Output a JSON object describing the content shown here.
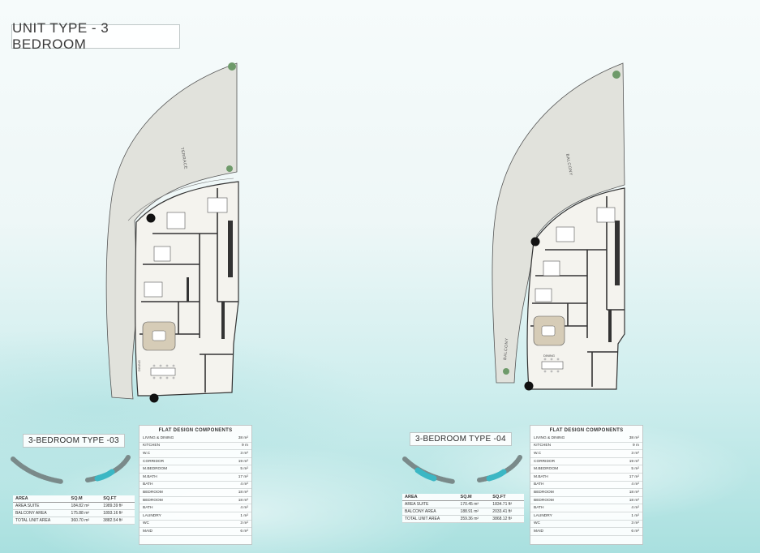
{
  "page": {
    "title": "UNIT TYPE - 3 BEDROOM"
  },
  "units": [
    {
      "plan": {
        "terrace_label": "TERRACE",
        "dining_label": "DINING"
      },
      "type_title": "3-BEDROOM TYPE -03",
      "area_table": {
        "headers": [
          "AREA",
          "SQ.M",
          "SQ.FT"
        ],
        "rows": [
          [
            "AREA SUITE",
            "184.82 m²",
            "1989.39 ft²"
          ],
          [
            "BALCONY AREA",
            "175.88 m²",
            "1893.16 ft²"
          ],
          [
            "TOTAL UNIT AREA",
            "360.70 m²",
            "3882.54 ft²"
          ]
        ]
      },
      "components": {
        "title": "FLAT DESIGN COMPONENTS",
        "rows": [
          [
            "LIVING & DINING",
            "38 m²"
          ],
          [
            "KITCHEN",
            "9 m"
          ],
          [
            "W.C",
            "3 m²"
          ],
          [
            "CORRIDOR",
            "19 m²"
          ],
          [
            "M.BEDROOM",
            "5 m²"
          ],
          [
            "M.BATH",
            "17 m²"
          ],
          [
            "BATH",
            "4 m²"
          ],
          [
            "BEDROOM",
            "18 m²"
          ],
          [
            "BEDROOM",
            "18 m²"
          ],
          [
            "BATH",
            "4 m²"
          ],
          [
            "LAUNDRY",
            "1 m²"
          ],
          [
            "WC",
            "3 m²"
          ],
          [
            "MAID",
            "6 m²"
          ]
        ]
      }
    },
    {
      "plan": {
        "terrace_label": "BALCONY",
        "balcony_label": "BALCONY",
        "dining_label": "DINING"
      },
      "type_title": "3-BEDROOM TYPE -04",
      "area_table": {
        "headers": [
          "AREA",
          "SQ.M",
          "SQ.FT"
        ],
        "rows": [
          [
            "AREA SUITE",
            "170.45 m²",
            "1834.71 ft²"
          ],
          [
            "BALCONY AREA",
            "188.91 m²",
            "2033.41 ft²"
          ],
          [
            "TOTAL UNIT AREA",
            "359.36 m²",
            "3868.12 ft²"
          ]
        ]
      },
      "components": {
        "title": "FLAT DESIGN COMPONENTS",
        "rows": [
          [
            "LIVING & DINING",
            "38 m²"
          ],
          [
            "KITCHEN",
            "9 m"
          ],
          [
            "W.C",
            "3 m²"
          ],
          [
            "CORRIDOR",
            "19 m²"
          ],
          [
            "M.BEDROOM",
            "5 m²"
          ],
          [
            "M.BATH",
            "17 m²"
          ],
          [
            "BATH",
            "4 m²"
          ],
          [
            "BEDROOM",
            "18 m²"
          ],
          [
            "BEDROOM",
            "18 m²"
          ],
          [
            "BATH",
            "4 m²"
          ],
          [
            "LAUNDRY",
            "1 m²"
          ],
          [
            "WC",
            "3 m²"
          ],
          [
            "MAID",
            "6 m²"
          ]
        ]
      }
    }
  ]
}
